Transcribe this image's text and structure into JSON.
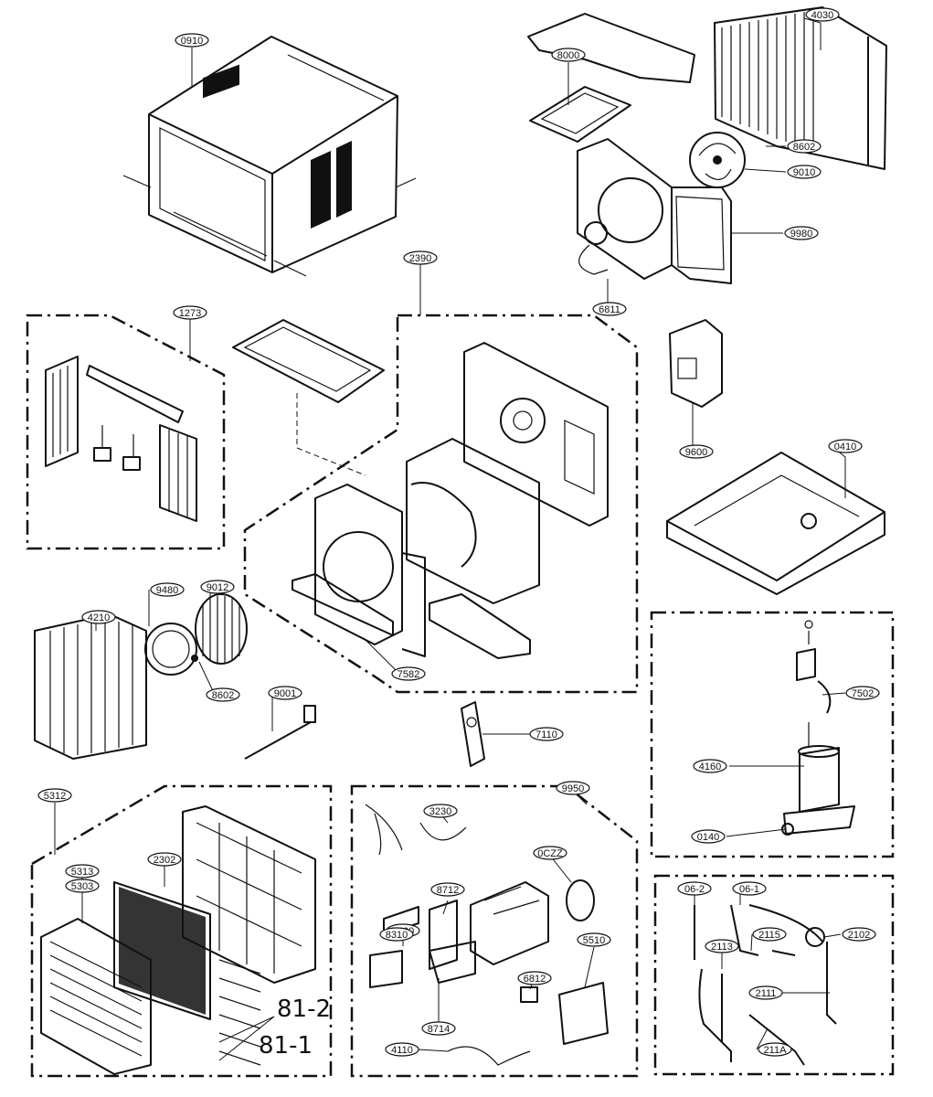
{
  "diagram": {
    "callouts": [
      {
        "id": "c-0910",
        "label": "0910"
      },
      {
        "id": "c-8000",
        "label": "8000"
      },
      {
        "id": "c-4030",
        "label": "4030"
      },
      {
        "id": "c-8602a",
        "label": "8602"
      },
      {
        "id": "c-9010",
        "label": "9010"
      },
      {
        "id": "c-9980",
        "label": "9980"
      },
      {
        "id": "c-6811",
        "label": "6811"
      },
      {
        "id": "c-2390",
        "label": "2390"
      },
      {
        "id": "c-1273",
        "label": "1273"
      },
      {
        "id": "c-9600",
        "label": "9600"
      },
      {
        "id": "c-0410",
        "label": "0410"
      },
      {
        "id": "c-4210",
        "label": "4210"
      },
      {
        "id": "c-9480",
        "label": "9480"
      },
      {
        "id": "c-9012",
        "label": "9012"
      },
      {
        "id": "c-8602b",
        "label": "8602"
      },
      {
        "id": "c-9001",
        "label": "9001"
      },
      {
        "id": "c-7582",
        "label": "7582"
      },
      {
        "id": "c-7110",
        "label": "7110"
      },
      {
        "id": "c-7502",
        "label": "7502"
      },
      {
        "id": "c-4160",
        "label": "4160"
      },
      {
        "id": "c-0140",
        "label": "0140"
      },
      {
        "id": "c-5312",
        "label": "5312"
      },
      {
        "id": "c-5313",
        "label": "5313"
      },
      {
        "id": "c-5303",
        "label": "5303"
      },
      {
        "id": "c-2302",
        "label": "2302"
      },
      {
        "id": "c-3230",
        "label": "3230"
      },
      {
        "id": "c-9950",
        "label": "9950"
      },
      {
        "id": "c-0czz",
        "label": "0CZZ"
      },
      {
        "id": "c-8712",
        "label": "8712"
      },
      {
        "id": "c-7200",
        "label": "7200"
      },
      {
        "id": "c-8310",
        "label": "8310"
      },
      {
        "id": "c-5510",
        "label": "5510"
      },
      {
        "id": "c-6812",
        "label": "6812"
      },
      {
        "id": "c-8714",
        "label": "8714"
      },
      {
        "id": "c-4110",
        "label": "4110"
      },
      {
        "id": "c-06-2",
        "label": "06-2"
      },
      {
        "id": "c-06-1",
        "label": "06-1"
      },
      {
        "id": "c-2115",
        "label": "2115"
      },
      {
        "id": "c-2102",
        "label": "2102"
      },
      {
        "id": "c-2113",
        "label": "2113"
      },
      {
        "id": "c-2111",
        "label": "2111"
      },
      {
        "id": "c-211a",
        "label": "211A"
      }
    ],
    "handwritten": {
      "label_81_2": "81-2",
      "label_81_1": "81-1"
    }
  }
}
